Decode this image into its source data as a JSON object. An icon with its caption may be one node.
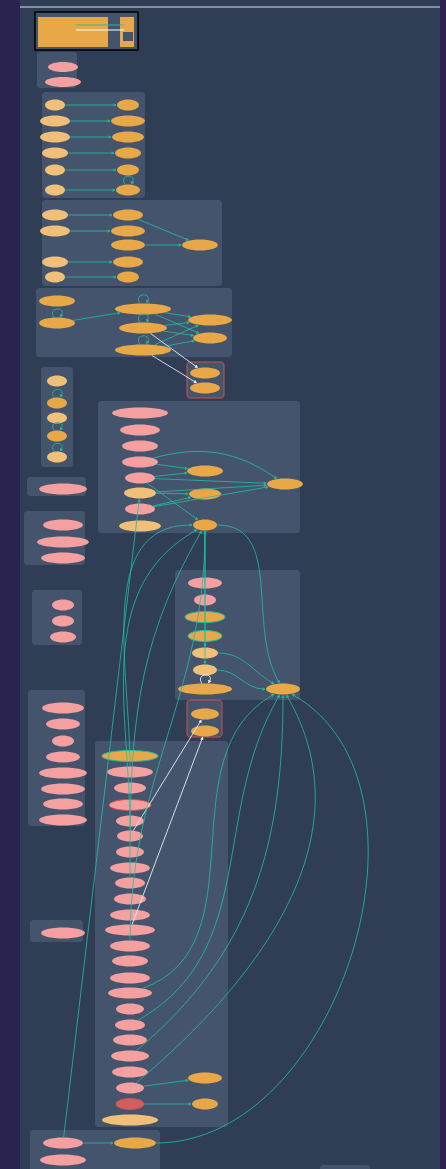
{
  "diagram": {
    "nodes": [
      {
        "text": [],
        "shape": "box"
      },
      {
        "text": [],
        "shape": "ellipse",
        "in": 0
      },
      {
        "text": [],
        "shape": "ellipse",
        "in": 0
      },
      {
        "text": [],
        "shape": "box"
      },
      {
        "text": [],
        "shape": "ellipse",
        "in": 3
      },
      {
        "text": [],
        "shape": "ellipse",
        "in": 3
      },
      {
        "text": [],
        "shape": "ellipse",
        "in": 3
      },
      {
        "text": [],
        "shape": "ellipse",
        "in": 3
      },
      {
        "text": [],
        "shape": "ellipse",
        "in": 3
      },
      {
        "text": [],
        "shape": "ellipse",
        "in": 3
      },
      {
        "text": [],
        "shape": "ellipse",
        "in": 3
      },
      {
        "text": [],
        "shape": "ellipse",
        "in": 3
      },
      {
        "text": [],
        "shape": "ellipse",
        "in": 3
      },
      {
        "text": [],
        "shape": "ellipse",
        "in": 3
      },
      {
        "text": [],
        "shape": "ellipse",
        "in": 3
      },
      {
        "text": [],
        "shape": "ellipse",
        "in": 3
      },
      {
        "text": [],
        "shape": "box"
      },
      {
        "text": [],
        "shape": "ellipse",
        "in": 16
      },
      {
        "text": [],
        "shape": "ellipse",
        "in": 16
      },
      {
        "text": [],
        "shape": "ellipse",
        "in": 16
      },
      {
        "text": [],
        "shape": "ellipse",
        "in": 16
      },
      {
        "text": [],
        "shape": "ellipse",
        "in": 16
      },
      {
        "text": [],
        "shape": "ellipse",
        "in": 16
      },
      {
        "text": [],
        "shape": "ellipse",
        "in": 16
      },
      {
        "text": [],
        "shape": "ellipse",
        "in": 16
      },
      {
        "text": [],
        "shape": "ellipse",
        "in": 16
      },
      {
        "text": [],
        "shape": "ellipse",
        "in": 16
      },
      {
        "text": [],
        "shape": "box"
      },
      {
        "text": [],
        "shape": "ellipse",
        "in": 27
      },
      {
        "text": [],
        "shape": "ellipse",
        "in": 27
      },
      {
        "text": [],
        "shape": "ellipse",
        "in": 27
      },
      {
        "text": [],
        "shape": "ellipse",
        "in": 27
      },
      {
        "text": [],
        "shape": "ellipse",
        "in": 27
      },
      {
        "text": [],
        "shape": "ellipse",
        "in": 27
      },
      {
        "text": [],
        "shape": "ellipse",
        "in": 27
      },
      {
        "text": [],
        "shape": "box"
      },
      {
        "text": [],
        "shape": "ellipse",
        "in": 35
      },
      {
        "text": [],
        "shape": "ellipse",
        "in": 35
      },
      {
        "text": [],
        "shape": "box"
      },
      {
        "text": [],
        "shape": "ellipse",
        "in": 38
      },
      {
        "text": [],
        "shape": "ellipse",
        "in": 38
      },
      {
        "text": [],
        "shape": "ellipse",
        "in": 38
      },
      {
        "text": [],
        "shape": "ellipse",
        "in": 38
      },
      {
        "text": [],
        "shape": "ellipse",
        "in": 38
      },
      {
        "text": [],
        "shape": "box"
      },
      {
        "text": [],
        "shape": "ellipse",
        "in": 44
      },
      {
        "text": [],
        "shape": "box"
      },
      {
        "text": [],
        "shape": "ellipse",
        "in": 46
      },
      {
        "text": [],
        "shape": "ellipse",
        "in": 46
      },
      {
        "text": [],
        "shape": "ellipse",
        "in": 46
      },
      {
        "text": [],
        "shape": "box"
      },
      {
        "text": [],
        "shape": "ellipse",
        "in": 50
      },
      {
        "text": [],
        "shape": "ellipse",
        "in": 50
      },
      {
        "text": [],
        "shape": "ellipse",
        "in": 50
      },
      {
        "text": [],
        "shape": "ellipse",
        "in": 50
      },
      {
        "text": [],
        "shape": "ellipse",
        "in": 50
      },
      {
        "text": [],
        "shape": "ellipse",
        "in": 50
      },
      {
        "text": [],
        "shape": "ellipse",
        "in": 50
      },
      {
        "text": [],
        "shape": "ellipse",
        "in": 50
      },
      {
        "text": [],
        "shape": "ellipse",
        "in": 50
      },
      {
        "text": [],
        "shape": "ellipse",
        "in": 50
      },
      {
        "text": [],
        "shape": "ellipse",
        "in": 50
      },
      {
        "text": [],
        "shape": "ellipse",
        "in": 50
      },
      {
        "text": [],
        "shape": "box"
      },
      {
        "text": [],
        "shape": "ellipse",
        "in": 63
      },
      {
        "text": [],
        "shape": "ellipse",
        "in": 63
      },
      {
        "text": [],
        "shape": "ellipse",
        "in": 63
      },
      {
        "text": [],
        "shape": "box"
      },
      {
        "text": [],
        "shape": "ellipse",
        "in": 67
      },
      {
        "text": [],
        "shape": "ellipse",
        "in": 67
      },
      {
        "text": [],
        "shape": "ellipse",
        "in": 67
      },
      {
        "text": [],
        "shape": "ellipse",
        "in": 67
      },
      {
        "text": [],
        "shape": "ellipse",
        "in": 67
      },
      {
        "text": [],
        "shape": "ellipse",
        "in": 67
      },
      {
        "text": [],
        "shape": "ellipse",
        "in": 67
      },
      {
        "text": [],
        "shape": "ellipse",
        "in": 67
      },
      {
        "text": [],
        "shape": "box"
      },
      {
        "text": [],
        "shape": "ellipse",
        "in": 76
      },
      {
        "text": [],
        "shape": "ellipse",
        "in": 76
      },
      {
        "text": [],
        "shape": "box"
      },
      {
        "text": [],
        "shape": "ellipse",
        "in": 79
      },
      {
        "text": [],
        "shape": "ellipse",
        "in": 79
      },
      {
        "text": [],
        "shape": "ellipse",
        "in": 79
      },
      {
        "text": [],
        "shape": "ellipse",
        "in": 79
      },
      {
        "text": [],
        "shape": "ellipse",
        "in": 79
      },
      {
        "text": [],
        "shape": "ellipse",
        "in": 79
      },
      {
        "text": [],
        "shape": "ellipse",
        "in": 79
      },
      {
        "text": [],
        "shape": "ellipse",
        "in": 79
      },
      {
        "text": [],
        "shape": "box"
      },
      {
        "text": [],
        "shape": "ellipse",
        "in": 88
      },
      {
        "text": [],
        "shape": "box"
      },
      {
        "text": [],
        "shape": "ellipse",
        "in": 90
      },
      {
        "text": [],
        "shape": "ellipse",
        "in": 90
      },
      {
        "text": [],
        "shape": "ellipse",
        "in": 90
      },
      {
        "text": [],
        "shape": "ellipse",
        "in": 90
      },
      {
        "text": [],
        "shape": "ellipse",
        "in": 90
      },
      {
        "text": [],
        "shape": "ellipse",
        "in": 90
      },
      {
        "text": [],
        "shape": "ellipse",
        "in": 90
      },
      {
        "text": [],
        "shape": "ellipse",
        "in": 90
      },
      {
        "text": [],
        "shape": "ellipse",
        "in": 90
      },
      {
        "text": [],
        "shape": "ellipse",
        "in": 90
      },
      {
        "text": [],
        "shape": "ellipse",
        "in": 90
      },
      {
        "text": [],
        "shape": "ellipse",
        "in": 90
      },
      {
        "text": [],
        "shape": "ellipse",
        "in": 90
      },
      {
        "text": [],
        "shape": "ellipse",
        "in": 90
      },
      {
        "text": [],
        "shape": "ellipse",
        "in": 90
      },
      {
        "text": [],
        "shape": "ellipse",
        "in": 90
      },
      {
        "text": [],
        "shape": "ellipse",
        "in": 90
      },
      {
        "text": [],
        "shape": "ellipse",
        "in": 90
      },
      {
        "text": [],
        "shape": "ellipse",
        "in": 90
      },
      {
        "text": [],
        "shape": "ellipse",
        "in": 90
      },
      {
        "text": [],
        "shape": "ellipse",
        "in": 90
      },
      {
        "text": [],
        "shape": "ellipse",
        "in": 90
      },
      {
        "text": [],
        "shape": "ellipse",
        "in": 90
      },
      {
        "text": [],
        "shape": "ellipse",
        "in": 90
      },
      {
        "text": [],
        "shape": "ellipse",
        "in": 90
      },
      {
        "text": [],
        "shape": "ellipse",
        "in": 90
      },
      {
        "text": [],
        "shape": "box"
      },
      {
        "text": [],
        "shape": "ellipse",
        "in": 117
      },
      {
        "text": [],
        "shape": "ellipse",
        "in": 117
      },
      {
        "text": [],
        "shape": "ellipse",
        "in": 117
      },
      {
        "text": [],
        "shape": "box"
      }
    ],
    "edges": [
      {
        "from": 4,
        "to": 5,
        "arrow": "to"
      },
      {
        "from": 6,
        "to": 7,
        "arrow": "to"
      },
      {
        "from": 8,
        "to": 9,
        "arrow": "to"
      },
      {
        "from": 10,
        "to": 11,
        "arrow": "to"
      },
      {
        "from": 12,
        "to": 13,
        "arrow": "to"
      },
      {
        "from": 14,
        "to": 15,
        "arrow": "to"
      },
      {
        "from": 15,
        "to": 15,
        "arrow": "to"
      },
      {
        "from": 17,
        "to": 18,
        "arrow": "to"
      },
      {
        "from": 19,
        "to": 20,
        "arrow": "to"
      },
      {
        "from": 23,
        "to": 24,
        "arrow": "to"
      },
      {
        "from": 25,
        "to": 26,
        "arrow": "to"
      },
      {
        "from": 18,
        "to": 22,
        "arrow": "to"
      },
      {
        "from": 21,
        "to": 22,
        "arrow": "to"
      },
      {
        "from": 29,
        "to": 30,
        "arrow": "to"
      },
      {
        "from": 29,
        "to": 29,
        "arrow": "to"
      },
      {
        "from": 30,
        "to": 30,
        "arrow": "to"
      },
      {
        "from": 31,
        "to": 31,
        "arrow": "to"
      },
      {
        "from": 32,
        "to": 32,
        "arrow": "to"
      },
      {
        "from": 30,
        "to": 33,
        "arrow": "to"
      },
      {
        "from": 30,
        "to": 34,
        "arrow": "to"
      },
      {
        "from": 31,
        "to": 33,
        "arrow": "to"
      },
      {
        "from": 31,
        "to": 34,
        "arrow": "to"
      },
      {
        "from": 32,
        "to": 33,
        "arrow": "to"
      },
      {
        "from": 32,
        "to": 34,
        "arrow": "to"
      },
      {
        "from": 31,
        "to": 36,
        "arrow": "to",
        "color": "#ffffff"
      },
      {
        "from": 32,
        "to": 37,
        "arrow": "to",
        "color": "#ffffff"
      },
      {
        "from": 40,
        "to": 40,
        "arrow": "to"
      },
      {
        "from": 42,
        "to": 42,
        "arrow": "to"
      },
      {
        "from": 43,
        "to": 43,
        "arrow": "to"
      },
      {
        "from": 54,
        "to": 59,
        "arrow": "to"
      },
      {
        "from": 54,
        "to": 61,
        "arrow": "to"
      },
      {
        "from": 55,
        "to": 59,
        "arrow": "to"
      },
      {
        "from": 55,
        "to": 61,
        "arrow": "to"
      },
      {
        "from": 56,
        "to": 60,
        "arrow": "to"
      },
      {
        "from": 56,
        "to": 61,
        "arrow": "to"
      },
      {
        "from": 57,
        "to": 60,
        "arrow": "to"
      },
      {
        "from": 57,
        "to": 61,
        "arrow": "to"
      },
      {
        "from": 55,
        "to": 62,
        "arrow": "to"
      },
      {
        "from": 62,
        "to": 72,
        "arrow": "to"
      },
      {
        "from": 62,
        "to": 73,
        "arrow": "to"
      },
      {
        "from": 62,
        "to": 75,
        "arrow": "to"
      },
      {
        "from": 72,
        "to": 75,
        "arrow": "to"
      },
      {
        "from": 73,
        "to": 75,
        "arrow": "to"
      },
      {
        "from": 74,
        "to": 74,
        "arrow": "to",
        "color": "#ffffff"
      },
      {
        "from": 96,
        "to": 77,
        "arrow": "to",
        "color": "#ffffff"
      },
      {
        "from": 102,
        "to": 78,
        "arrow": "to",
        "color": "#ffffff"
      },
      {
        "from": 92,
        "to": 62,
        "arrow": "to"
      },
      {
        "from": 96,
        "to": 62,
        "arrow": "to"
      },
      {
        "from": 99,
        "to": 62,
        "arrow": "to"
      },
      {
        "from": 103,
        "to": 62,
        "arrow": "to"
      },
      {
        "from": 106,
        "to": 75,
        "arrow": "to"
      },
      {
        "from": 108,
        "to": 75,
        "arrow": "to"
      },
      {
        "from": 110,
        "to": 75,
        "arrow": "to"
      },
      {
        "from": 112,
        "to": 75,
        "arrow": "to"
      },
      {
        "from": 112,
        "to": 115,
        "arrow": "to"
      },
      {
        "from": 113,
        "to": 116,
        "arrow": "to"
      },
      {
        "from": 118,
        "to": 56,
        "arrow": "to"
      },
      {
        "from": 118,
        "to": 120,
        "arrow": "to"
      },
      {
        "from": 120,
        "to": 75,
        "arrow": "to"
      }
    ]
  }
}
